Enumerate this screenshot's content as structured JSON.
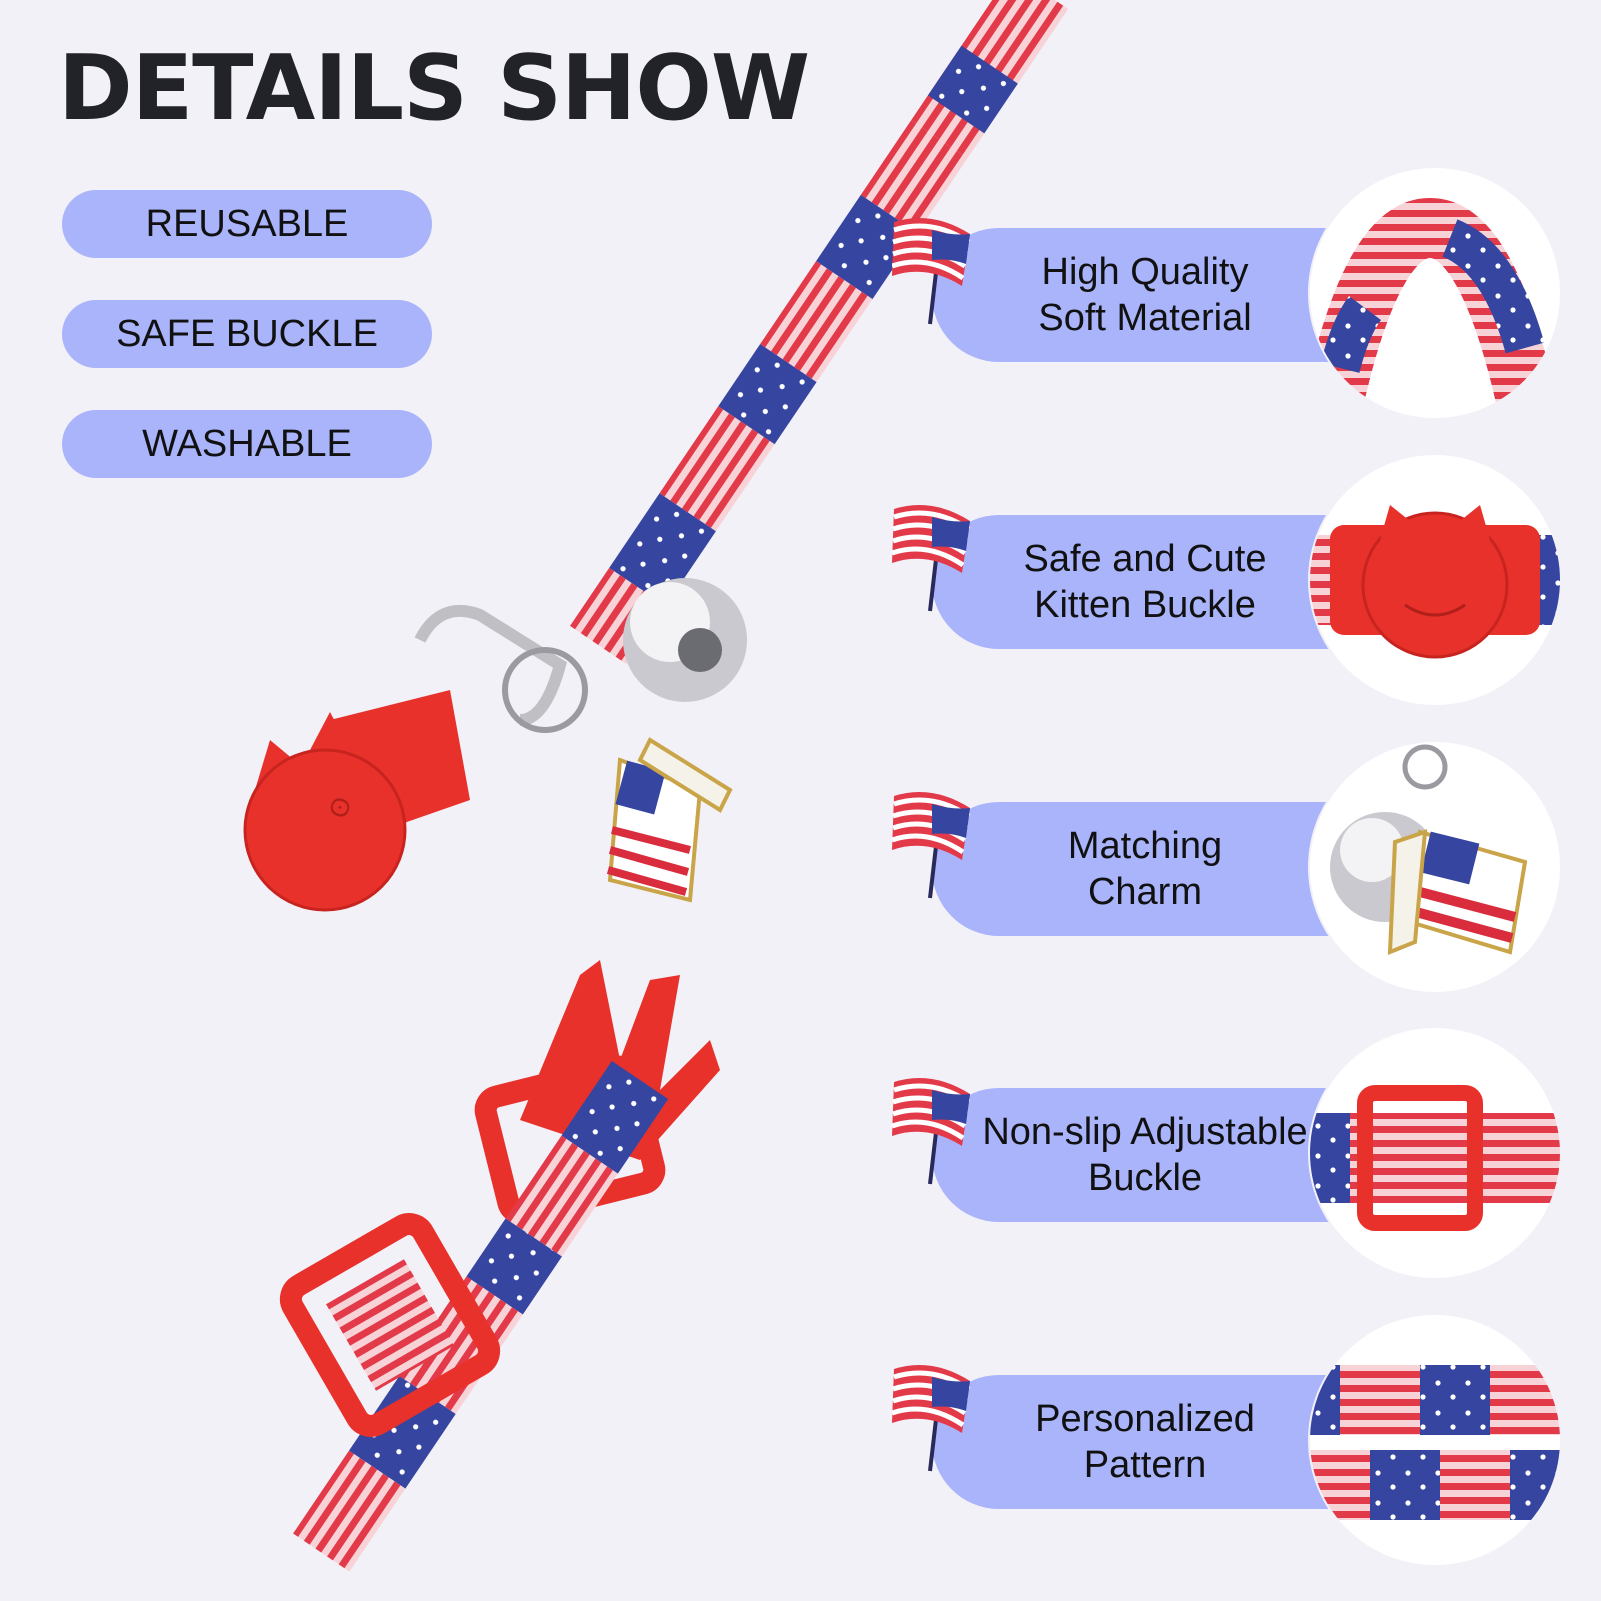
{
  "title": "DETAILS SHOW",
  "tags": [
    "REUSABLE",
    "SAFE BUCKLE",
    "WASHABLE"
  ],
  "features": [
    {
      "line1": "High Quality",
      "line2": "Soft Material"
    },
    {
      "line1": "Safe and Cute",
      "line2": "Kitten Buckle"
    },
    {
      "line1": "Matching",
      "line2": "Charm"
    },
    {
      "line1": "Non-slip Adjustable",
      "line2": "Buckle"
    },
    {
      "line1": "Personalized",
      "line2": "Pattern"
    }
  ],
  "colors": {
    "background": "#f3f1f8",
    "pill": "#a9b4fb",
    "title": "#222229",
    "stripe_red": "#e33a4a",
    "stripe_pink": "#f5c9cf",
    "star_blue": "#3645a0",
    "buckle_red": "#e8312b"
  },
  "icons": [
    "us-flag-icon",
    "kitten-buckle-icon",
    "bell-icon",
    "flag-charm-icon"
  ]
}
